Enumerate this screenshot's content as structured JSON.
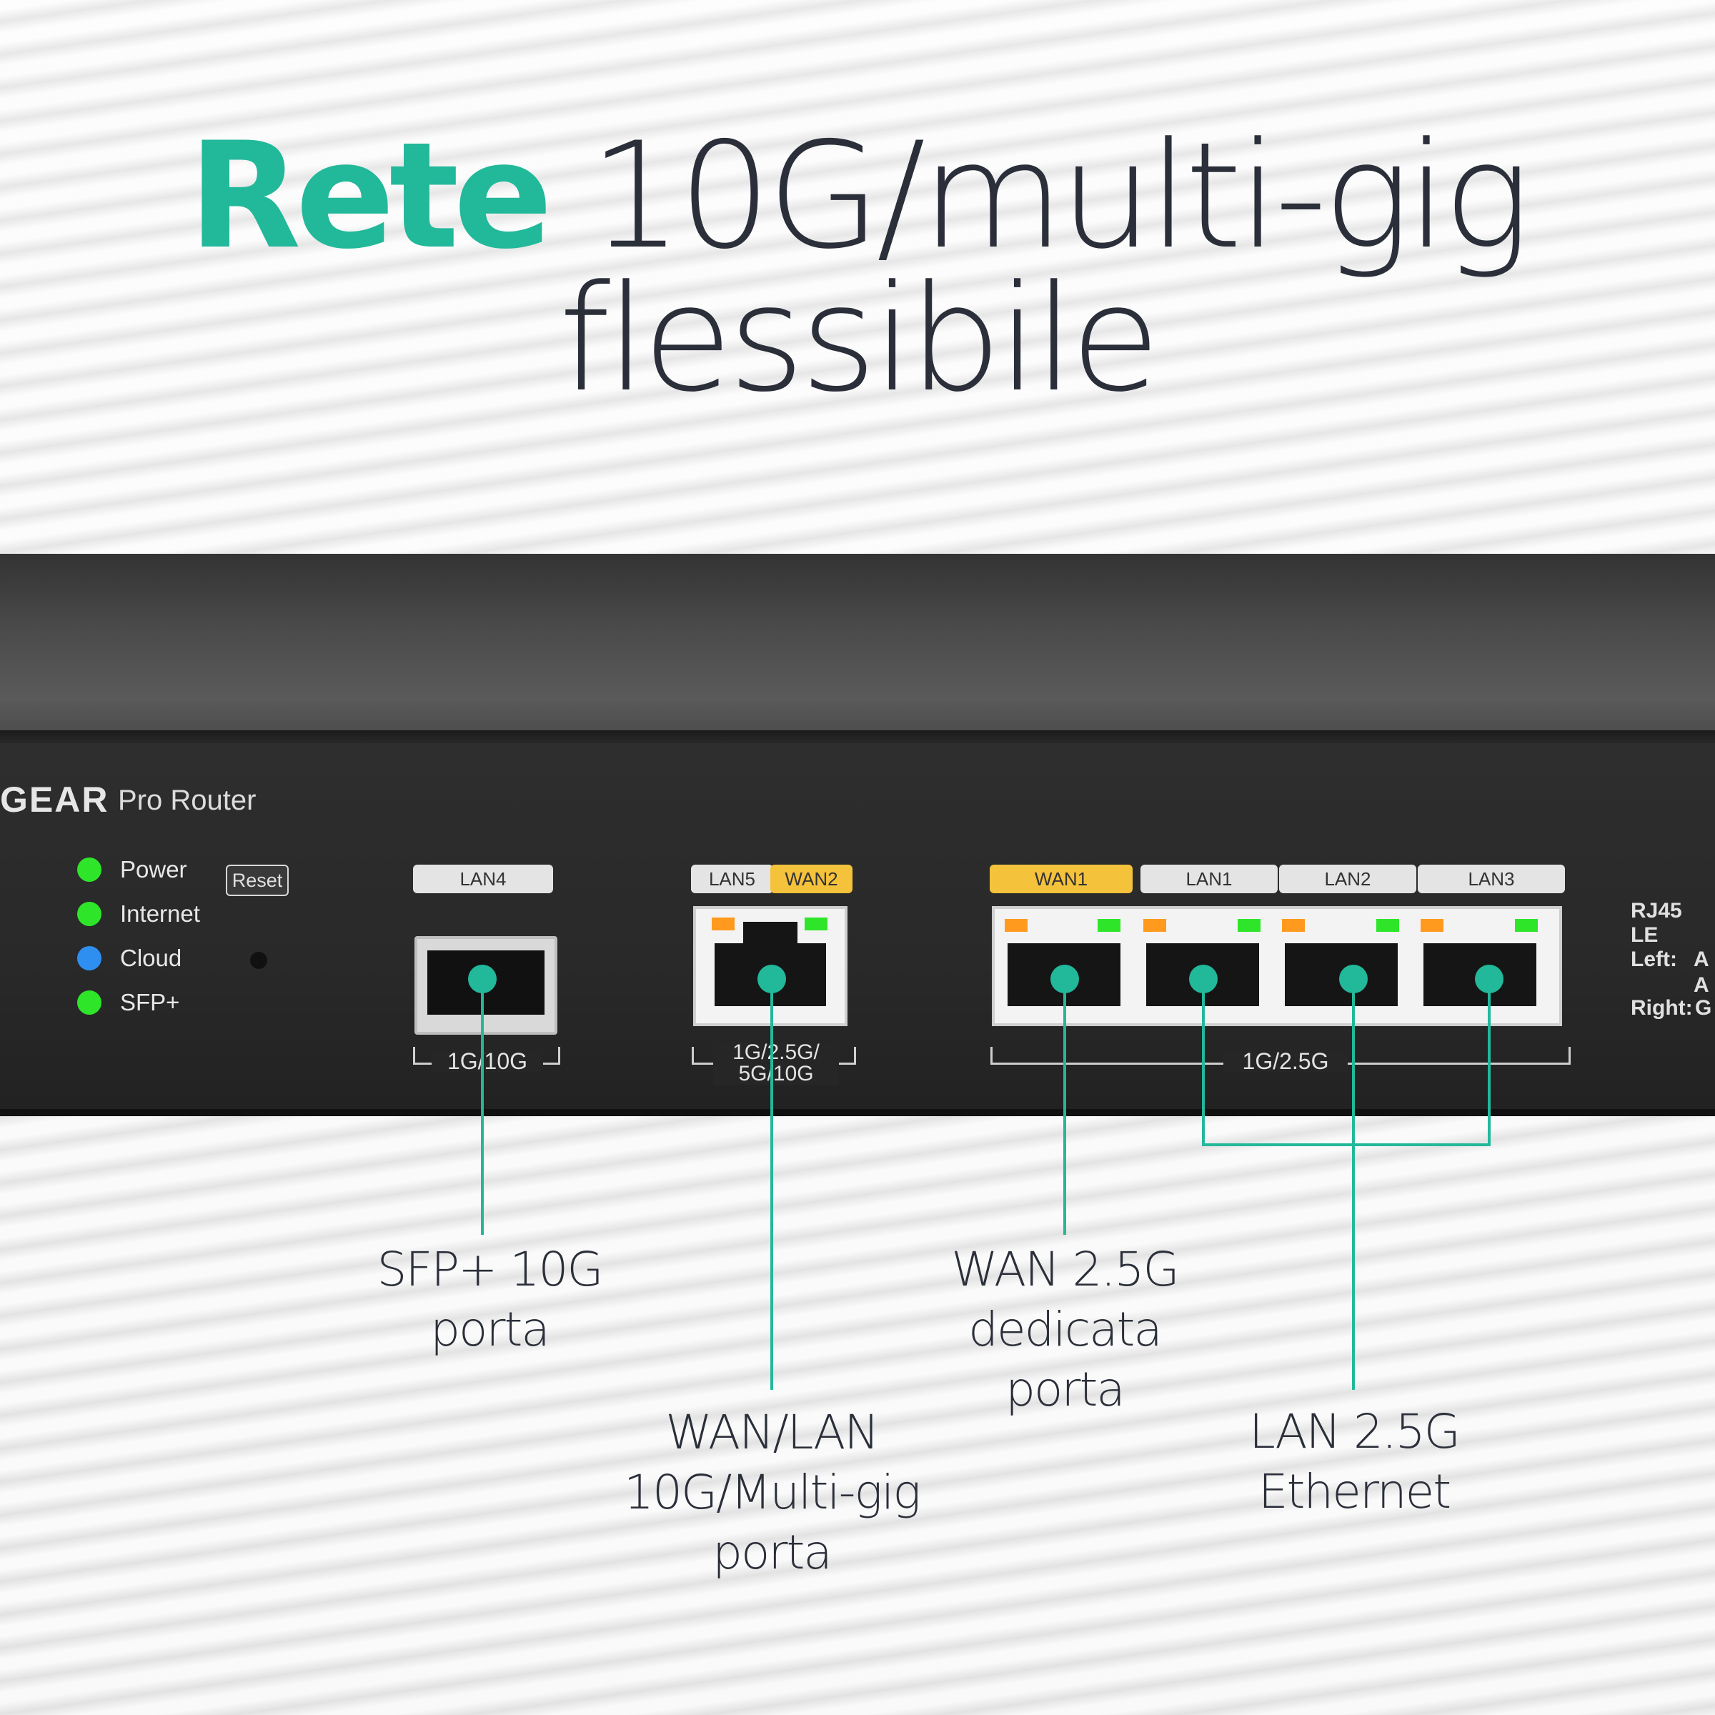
{
  "headline": {
    "accent": "Rete",
    "rest": "10G/multi-gig",
    "line2": "flessibile"
  },
  "device": {
    "brand": "GEAR",
    "model": "Pro Router",
    "leds": [
      {
        "label": "Power",
        "color": "#2ee52a"
      },
      {
        "label": "Internet",
        "color": "#2ee52a"
      },
      {
        "label": "Cloud",
        "color": "#2f8ff0"
      },
      {
        "label": "SFP+",
        "color": "#2ee52a"
      }
    ],
    "reset_label": "Reset",
    "port_tags": {
      "lan4": "LAN4",
      "lan5": "LAN5",
      "wan2": "WAN2",
      "wan1": "WAN1",
      "lan1": "LAN1",
      "lan2": "LAN2",
      "lan3": "LAN3"
    },
    "speeds": {
      "sfp": "1G/10G",
      "multigig_line1": "1G/2.5G/",
      "multigig_line2": "5G/10G",
      "lan_group": "1G/2.5G"
    },
    "legend": {
      "title": "RJ45 LE",
      "left": "Left:",
      "left_val1": "A",
      "left_val2": "A",
      "right": "Right:",
      "right_val": "G"
    }
  },
  "callouts": {
    "sfp": [
      "SFP+ 10G",
      "porta"
    ],
    "wanlan": [
      "WAN/LAN",
      "10G/Multi-gig",
      "porta"
    ],
    "wan": [
      "WAN 2.5G",
      "dedicata",
      "porta"
    ],
    "lan": [
      "LAN 2.5G",
      "Ethernet"
    ]
  },
  "colors": {
    "accent": "#22b89a",
    "text": "#2b2f3a",
    "wan_tag": "#f4c23b",
    "led_orange": "#ff9a1f",
    "led_green": "#2ee52a"
  }
}
